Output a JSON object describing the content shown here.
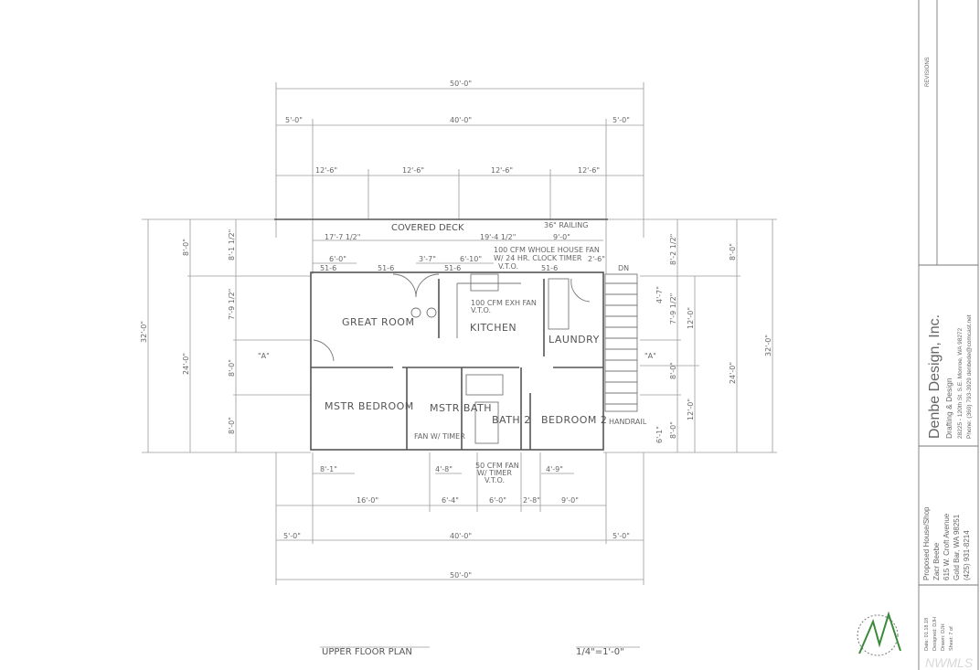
{
  "drawing": {
    "title": "UPPER FLOOR PLAN",
    "scale": "1/4\"=1'-0\"",
    "rooms": {
      "covered_deck": "COVERED DECK",
      "great_room": "GREAT ROOM",
      "kitchen": "KITCHEN",
      "laundry": "LAUNDRY",
      "mstr_bedroom": "MSTR BEDROOM",
      "mstr_bath": "MSTR BATH",
      "bath2": "BATH 2",
      "bedroom2": "BEDROOM 2"
    },
    "notes": {
      "railing": "36\" RAILING",
      "whole_house_fan": "100 CFM WHOLE HOUSE FAN",
      "whole_house_fan_2": "W/ 24 HR. CLOCK TIMER",
      "whole_house_fan_3": "V.T.O.",
      "exh_fan": "100 CFM EXH FAN",
      "exh_fan_2": "V.T.O.",
      "fan_timer": "FAN W/ TIMER",
      "fan_bath2": "50 CFM FAN",
      "fan_bath2_2": "W/ TIMER",
      "fan_bath2_3": "V.T.O.",
      "dn": "DN",
      "handrail": "HANDRAIL",
      "section_a": "\"A\"",
      "window": "51-6"
    },
    "dims_top": {
      "overall": "50'-0\"",
      "left_over": "5'-0\"",
      "house": "40'-0\"",
      "right_over": "5'-0\"",
      "bays": [
        "12'-6\"",
        "12'-6\"",
        "12'-6\"",
        "12'-6\""
      ],
      "deck": [
        "17'-7 1/2\"",
        "19'-4 1/2\"",
        "9'-0\""
      ],
      "openings": [
        "6'-0\"",
        "3'-7\"",
        "6'-10\"",
        "2'-6\""
      ]
    },
    "dims_bottom": {
      "rooms": [
        "16'-0\"",
        "6'-4\"",
        "6'-0\"",
        "2'-8\"",
        "9'-0\""
      ],
      "openings": [
        "8'-1\"",
        "4'-8\"",
        "4'-9\""
      ],
      "house": "40'-0\"",
      "left_over": "5'-0\"",
      "right_over": "5'-0\"",
      "overall": "50'-0\""
    },
    "dims_left": {
      "overall": "32'-0\"",
      "deck": "8'-0\"",
      "house": "24'-0\"",
      "segs": [
        "8'-1 1/2\"",
        "7'-9 1/2\"",
        "8'-0\"",
        "8'-0\""
      ]
    },
    "dims_right": {
      "overall": "32'-0\"",
      "deck": "8'-0\"",
      "house": "24'-0\"",
      "twelves": [
        "12'-0\"",
        "12'-0\""
      ],
      "segs": [
        "8'-2 1/2\"",
        "7'-9 1/2\"",
        "8'-0\"",
        "8'-0\""
      ],
      "small": [
        "4'-7\"",
        "6'-1\""
      ]
    }
  },
  "title_block": {
    "revisions": "REVISIONS",
    "firm": "Denbe Design, Inc.",
    "firm_sub": "Drafting & Design",
    "firm_addr": "28225 - 120th St. S.E. Monroe, WA 98272",
    "firm_phone": "Phone: (360) 793-3929   denbede@comcast.net",
    "project": "Proposed House/Shop",
    "client": "Zacr Beebe",
    "client_addr1": "615 W. Croft Avenue",
    "client_addr2": "Gold Bar, WA 98251",
    "client_phone": "(425) 931-8214",
    "date": "Date: 01.18.18",
    "designed": "Designed: DJH",
    "drawn": "Drawn: DJH",
    "sheet": "Sheet: 7 of"
  },
  "watermark": "NWMLS"
}
